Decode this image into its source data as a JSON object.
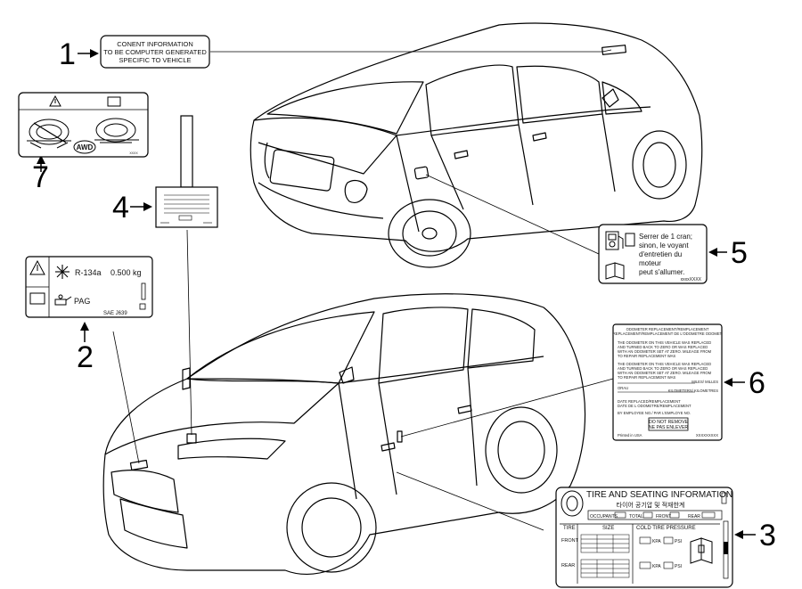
{
  "callouts": [
    "1",
    "2",
    "3",
    "4",
    "5",
    "6",
    "7"
  ],
  "label1": {
    "lines": [
      "CONENT INFORMATION",
      "TO BE COMPUTER GENERATED",
      "SPECIFIC TO VEHICLE"
    ]
  },
  "label2": {
    "refrigerant": "R-134a",
    "charge": "0.500 kg",
    "oil": "PAG",
    "standard": "SAE J639"
  },
  "label5": {
    "lines": [
      "Serrer de 1 cran;",
      "sinon, le voyant",
      "d'entretien du",
      "moteur",
      "peut s'allumer."
    ],
    "code": "xxxxXXXX"
  },
  "label6": {
    "title": "ODOMETER REPLACEMENT/REMPLACEMENT",
    "subtitle": "REPLACEMENT/REMPLACEMENT DE L'ODOMETRE ODOMET",
    "para1": [
      "THE ODOMETER ON THIS VEHICLE WAS REPLACED",
      "AND TURNED BACK TO ZERO OR WAS REPLACED",
      "WITH AN ODOMETER SET AT ZERO. MILEAGE FROM",
      "TO REPAIR REPLACEMENT WAS"
    ],
    "para2": [
      "THE ODOMETER ON THIS VEHICLE WAS REPLACED",
      "AND TURNED BACK TO ZERO OR WAS REPLACED",
      "WITH AN ODOMETER SET AT ZERO. MILEAGE FROM",
      "TO REPAIR REPLACEMENT WAS"
    ],
    "miles": "MILES/ MILLES",
    "orau": "ORAU",
    "km": "KILOMETERS/ KILOMETRES",
    "date": [
      "DATE REPLACED/REMPLACEMENT",
      "DATE DE L ODOMETRE/REMPLACEMENT"
    ],
    "employee": "BY EMPLOYEE NO./ PAR L'EMPLOYE NO.",
    "warning": [
      "DO NOT REMOVE",
      "NE PAS ENLEVER"
    ],
    "printed": "Printed in USA",
    "code": "XXXXXXXXX"
  },
  "label3": {
    "title": "TIRE AND SEATING INFORMATION",
    "korean": "타이어 공기압 및 적재한계",
    "occupants": "OCCUPANTS",
    "total": "TOTAL",
    "front": "FRONT",
    "rear": "REAR",
    "tire": "TIRE",
    "size": "SIZE",
    "cold": "COLD TIRE PRESSURE",
    "kpa": "KPA",
    "psi": "PSI",
    "front_row": "FRONT",
    "rear_row": "REAR"
  },
  "label7": {
    "badge": "AWD",
    "code": "XXXX"
  }
}
